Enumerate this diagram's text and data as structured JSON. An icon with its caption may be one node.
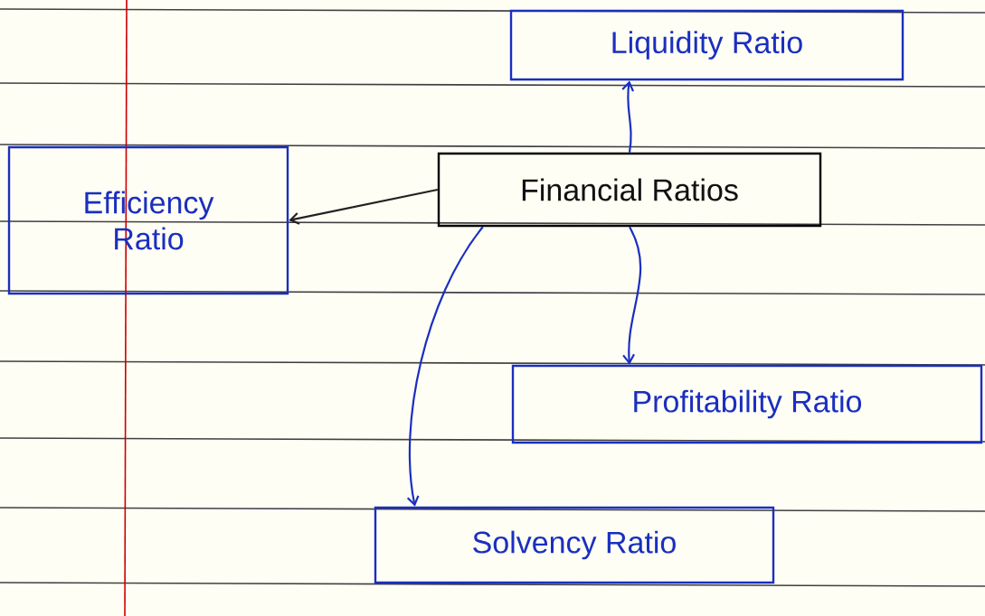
{
  "diagram": {
    "nodes": [
      {
        "text": [
          "Liquidity Ratio"
        ]
      },
      {
        "text": [
          "Efficiency Ratio"
        ]
      },
      {
        "text": [
          "Financial Ratios"
        ]
      },
      {
        "text": [
          "Profitability Ratio"
        ]
      },
      {
        "text": [
          "Solvency Ratio"
        ]
      }
    ],
    "edges": [
      {
        "from": 2,
        "to": 0,
        "arrow": "to"
      },
      {
        "from": 2,
        "to": 1,
        "arrow": "to",
        "color": "#222222"
      },
      {
        "from": 2,
        "to": 3,
        "arrow": "to"
      },
      {
        "from": 2,
        "to": 4,
        "arrow": "to"
      }
    ]
  }
}
